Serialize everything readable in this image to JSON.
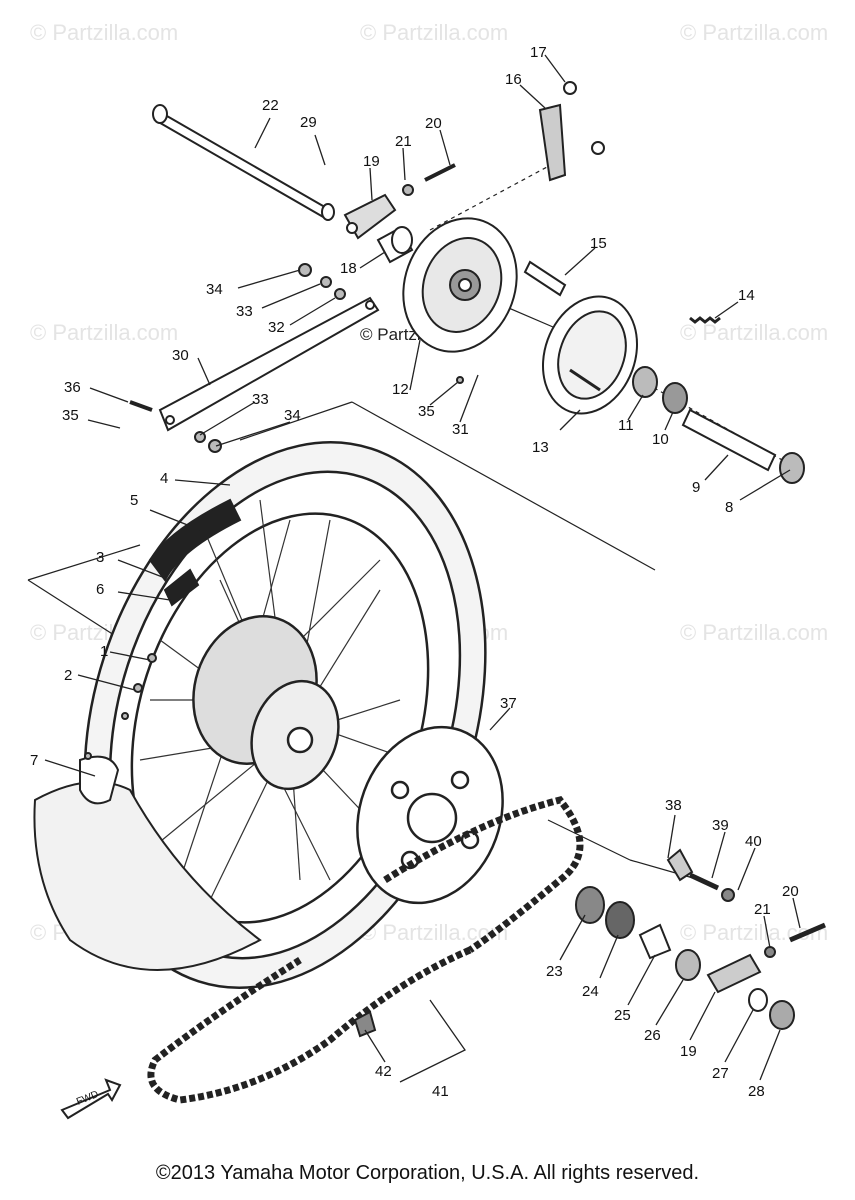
{
  "watermark": "© Partzilla.com",
  "copyright": "©2013 Yamaha Motor Corporation, U.S.A. All rights reserved.",
  "fwd_label": "FWD",
  "callouts": {
    "c1": "1",
    "c2": "2",
    "c3": "3",
    "c4": "4",
    "c5": "5",
    "c6": "6",
    "c7": "7",
    "c8": "8",
    "c9": "9",
    "c10": "10",
    "c11": "11",
    "c12": "12",
    "c13": "13",
    "c14": "14",
    "c15": "15",
    "c16": "16",
    "c17": "17",
    "c18": "18",
    "c19a": "19",
    "c19b": "19",
    "c20a": "20",
    "c20b": "20",
    "c21a": "21",
    "c21b": "21",
    "c22": "22",
    "c23": "23",
    "c24": "24",
    "c25": "25",
    "c26": "26",
    "c27": "27",
    "c28": "28",
    "c29": "29",
    "c30": "30",
    "c31": "31",
    "c32": "32",
    "c33a": "33",
    "c33b": "33",
    "c34a": "34",
    "c34b": "34",
    "c35a": "35",
    "c35b": "35",
    "c36": "36",
    "c37": "37",
    "c38": "38",
    "c39": "39",
    "c40": "40",
    "c41": "41",
    "c42": "42"
  }
}
